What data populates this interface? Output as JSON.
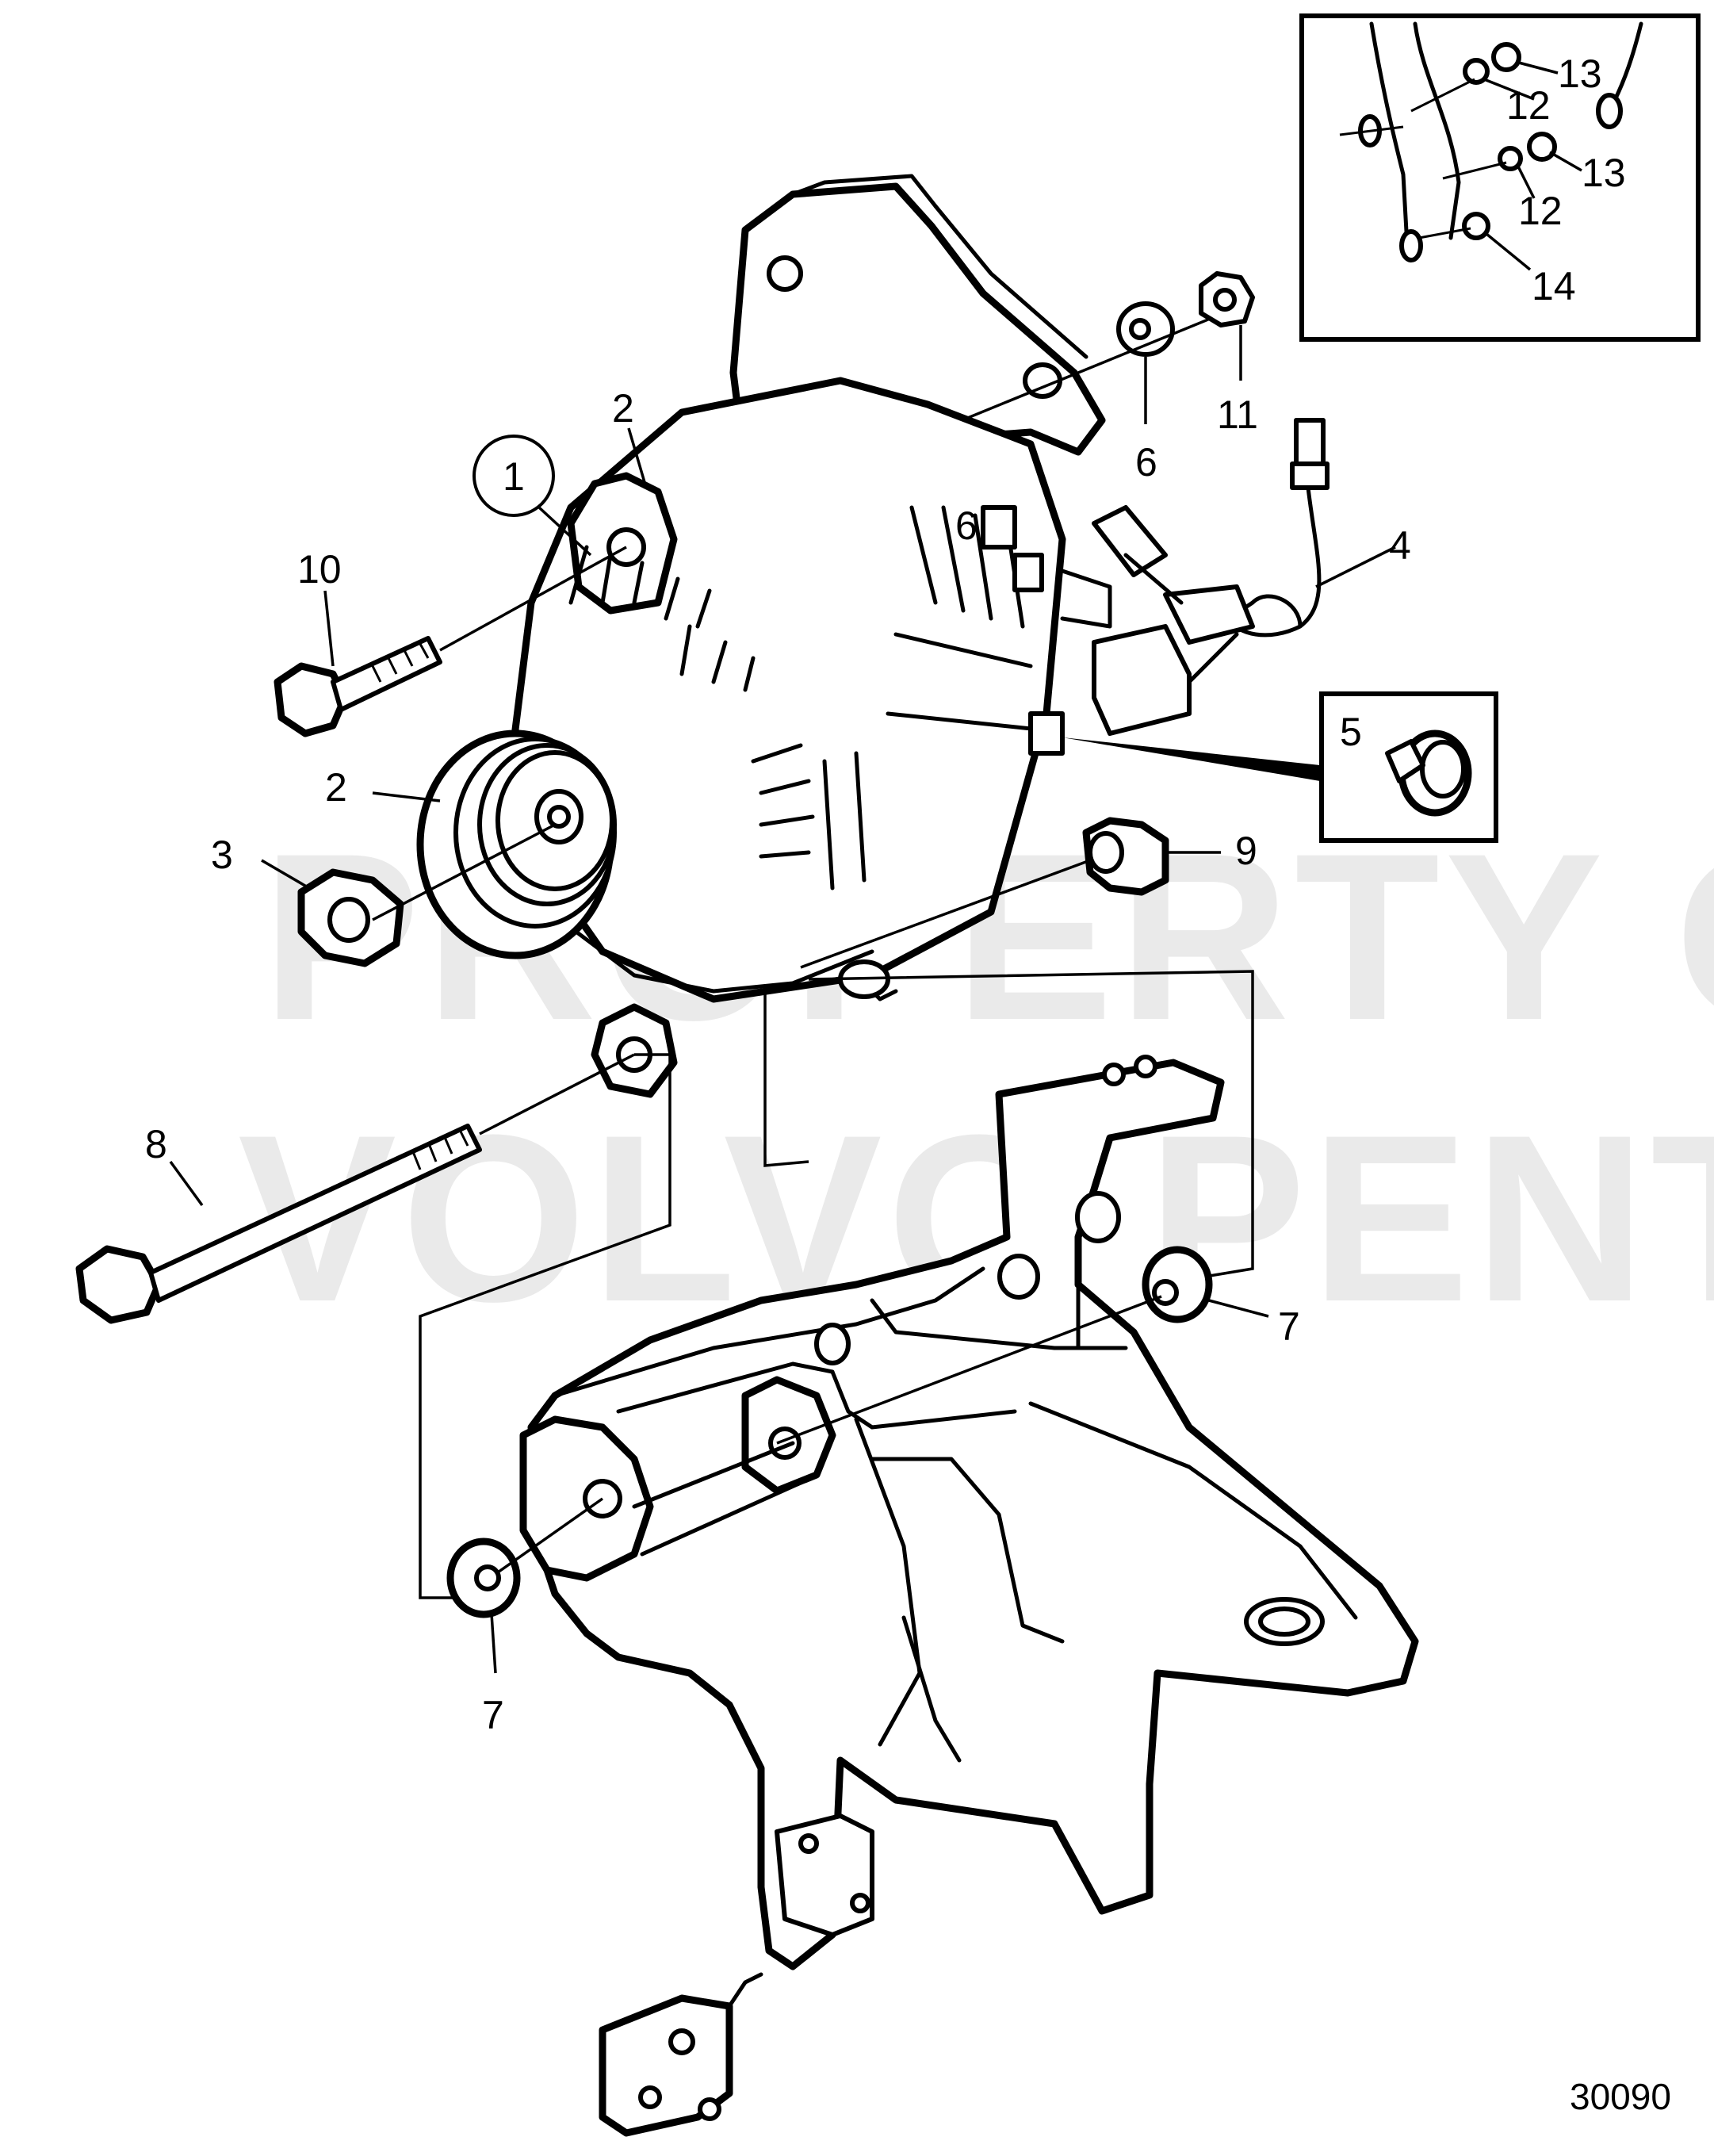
{
  "watermark": {
    "line1": "PROPERTY OF",
    "line2": "VOLVO PENTA"
  },
  "drawing_number": "30090",
  "callouts": {
    "c1": "1",
    "c2a": "2",
    "c2b": "2",
    "c3": "3",
    "c4": "4",
    "c5": "5",
    "c6a": "6",
    "c6b": "6",
    "c7a": "7",
    "c7b": "7",
    "c8": "8",
    "c9": "9",
    "c10": "10",
    "c11": "11",
    "c12a": "12",
    "c12b": "12",
    "c13a": "13",
    "c13b": "13",
    "c14": "14"
  }
}
